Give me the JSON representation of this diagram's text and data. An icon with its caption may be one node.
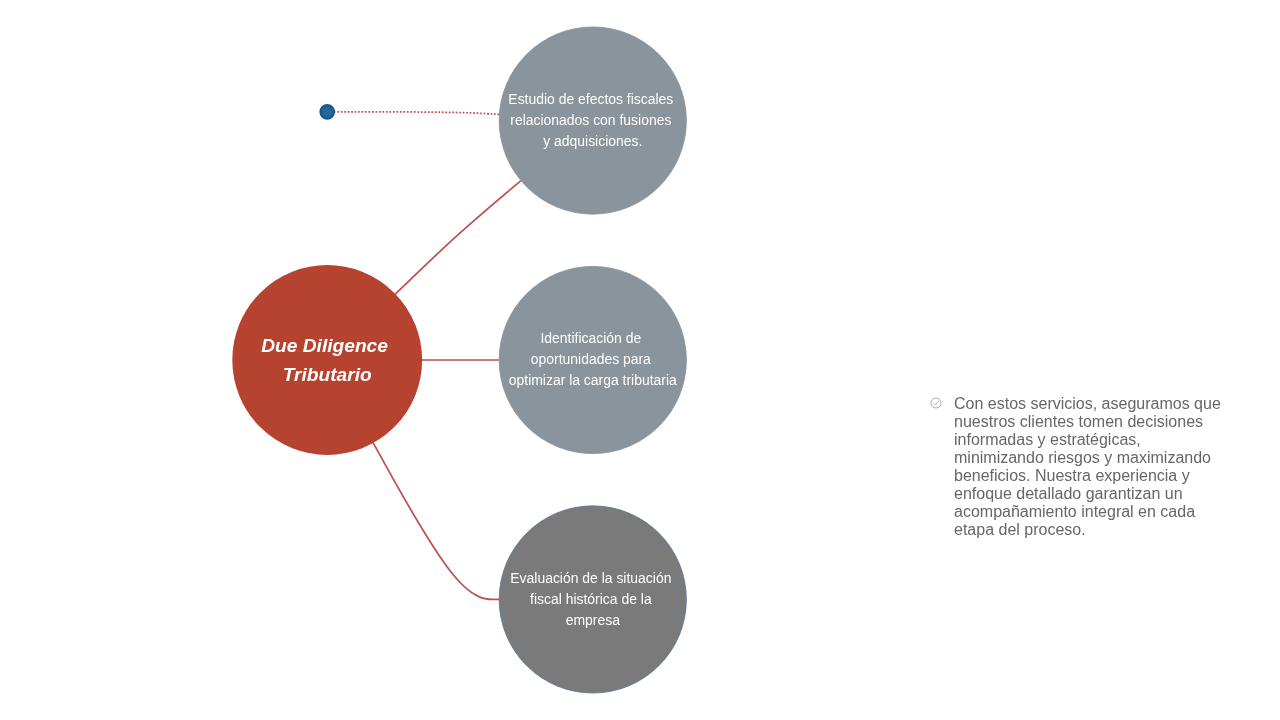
{
  "diagram": {
    "nodes": [
      {
        "text": [
          "Due Diligence Tributario"
        ]
      },
      {
        "text": [],
        "shape": "circle"
      },
      {
        "text": [
          "Estudio de efectos fiscales relacionados con fusiones y adquisiciones."
        ]
      },
      {
        "text": [
          "Identificación de oportunidades para optimizar la carga tributaria"
        ]
      },
      {
        "text": [
          "Evaluación de la situación fiscal histórica de la empresa"
        ]
      }
    ],
    "edges": [
      {
        "from": 1,
        "to": 2,
        "arrow": "none",
        "style": "dashed"
      },
      {
        "from": 0,
        "to": 2,
        "arrow": "none"
      },
      {
        "from": 0,
        "to": 3,
        "arrow": "none"
      },
      {
        "from": 0,
        "to": 4,
        "arrow": "none"
      }
    ],
    "labels": [
      "Con estos servicios, aseguramos que nuestros clientes tomen decisiones informadas y estratégicas, minimizando riesgos y maximizando beneficios. Nuestra experiencia y enfoque detallado garantizan un acompañamiento integral en cada etapa del proceso."
    ]
  }
}
